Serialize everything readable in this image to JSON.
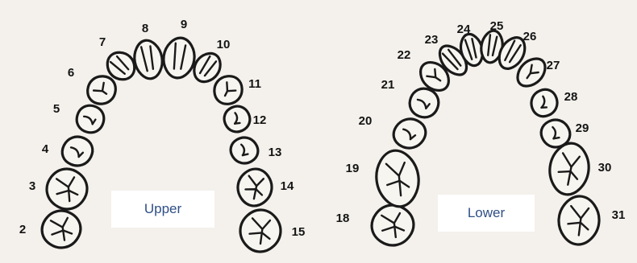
{
  "upper": {
    "label": "Upper",
    "teeth": [
      "2",
      "3",
      "4",
      "5",
      "6",
      "7",
      "8",
      "9",
      "10",
      "11",
      "12",
      "13",
      "14",
      "15"
    ]
  },
  "lower": {
    "label": "Lower",
    "teeth": [
      "18",
      "19",
      "20",
      "21",
      "22",
      "23",
      "24",
      "25",
      "26",
      "27",
      "28",
      "29",
      "30",
      "31"
    ]
  },
  "colors": {
    "outline": "#1a1a1a",
    "label_text": "#2f4f86",
    "label_bg": "#ffffff",
    "paper": "#f4f1ec"
  }
}
